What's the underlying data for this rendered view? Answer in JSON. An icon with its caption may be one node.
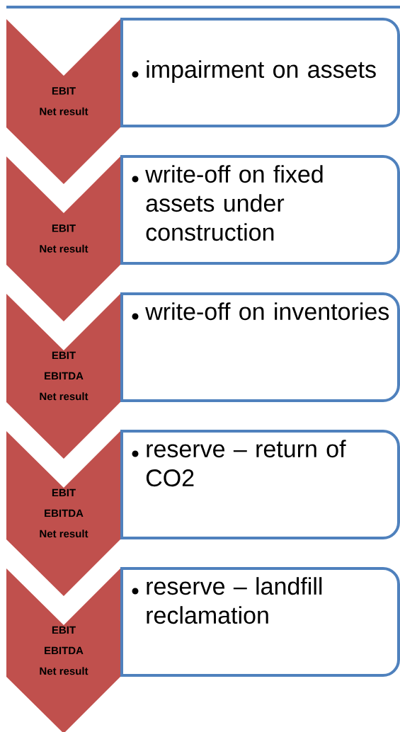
{
  "diagram": {
    "nodes": [
      {
        "text": [
          "EBIT",
          "Net result"
        ]
      },
      {
        "text": [
          "impairment on assets"
        ]
      },
      {
        "text": [
          "EBIT",
          "Net result"
        ]
      },
      {
        "text": [
          "write-off on fixed assets under construction"
        ]
      },
      {
        "text": [
          "EBIT",
          "EBITDA",
          "Net result"
        ]
      },
      {
        "text": [
          "write-off on inventories"
        ]
      },
      {
        "text": [
          "EBIT",
          "EBITDA",
          "Net result"
        ]
      },
      {
        "text": [
          "reserve – return of CO2"
        ]
      },
      {
        "text": [
          "EBIT",
          "EBITDA",
          "Net result"
        ]
      },
      {
        "text": [
          "reserve – landfill reclamation"
        ]
      }
    ]
  }
}
